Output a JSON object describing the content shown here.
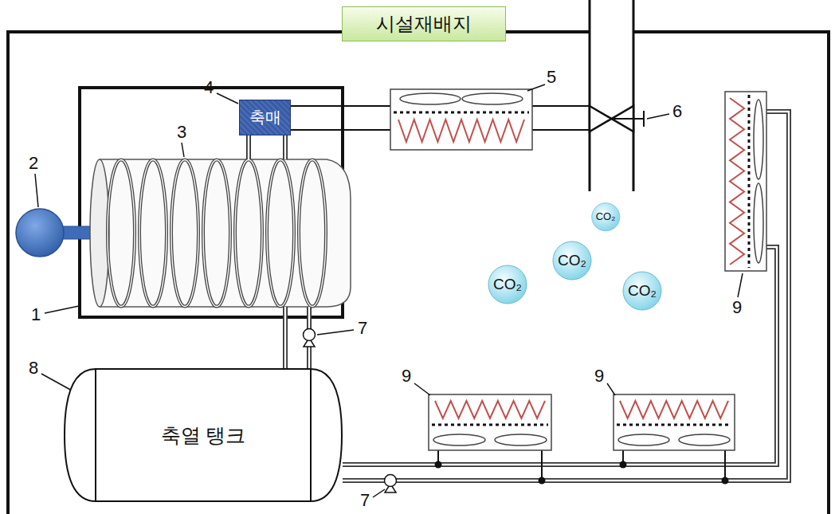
{
  "diagram": {
    "title": "시설재배지",
    "nodes": [
      {
        "text": [
          "축매"
        ]
      },
      {
        "text": [
          "축열 탱크"
        ]
      },
      {
        "text": [
          "CO₂"
        ]
      },
      {
        "text": [
          "CO₂"
        ]
      },
      {
        "text": [
          "CO₂"
        ]
      },
      {
        "text": [
          "CO₂"
        ]
      }
    ],
    "labels": [
      "5",
      "6",
      "4",
      "2",
      "3",
      "9",
      "1",
      "7",
      "8",
      "9",
      "9",
      "7"
    ]
  }
}
